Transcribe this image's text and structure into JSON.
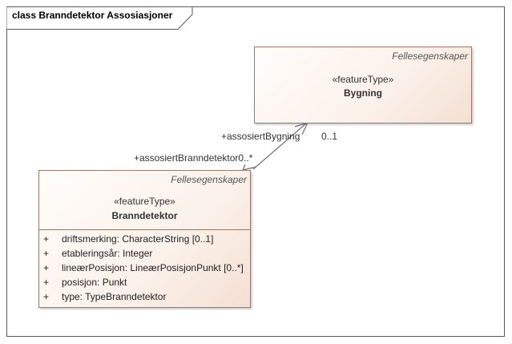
{
  "diagram": {
    "frame_title": "class Branndetektor Assosiasjoner"
  },
  "classes": {
    "bygning": {
      "package": "Fellesegenskaper",
      "stereotype": "«featureType»",
      "name": "Bygning"
    },
    "branndetektor": {
      "package": "Fellesegenskaper",
      "stereotype": "«featureType»",
      "name": "Branndetektor",
      "attributes": [
        {
          "visibility": "+",
          "text": "driftsmerking: CharacterString [0..1]"
        },
        {
          "visibility": "+",
          "text": "etableringsår: Integer"
        },
        {
          "visibility": "+",
          "text": "lineærPosisjon: LineærPosisjonPunkt [0..*]"
        },
        {
          "visibility": "+",
          "text": "posisjon: Punkt"
        },
        {
          "visibility": "+",
          "text": "type: TypeBranndetektor"
        }
      ]
    }
  },
  "association": {
    "role_bygning": "+assosiertBygning",
    "mult_bygning": "0..1",
    "role_branndetektor": "+assosiertBranndetektor",
    "mult_branndetektor": "0..*"
  }
}
